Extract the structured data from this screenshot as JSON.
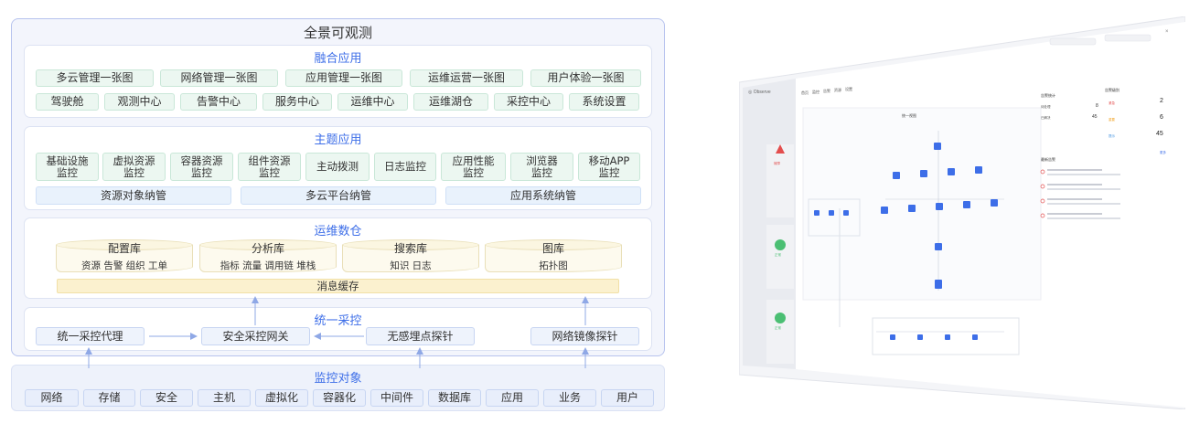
{
  "title": "全景可观测",
  "fusion": {
    "title": "融合应用",
    "row1": [
      "多云管理一张图",
      "网络管理一张图",
      "应用管理一张图",
      "运维运营一张图",
      "用户体验一张图"
    ],
    "row2": [
      "驾驶舱",
      "观测中心",
      "告警中心",
      "服务中心",
      "运维中心",
      "运维湖仓",
      "采控中心",
      "系统设置"
    ]
  },
  "theme": {
    "title": "主题应用",
    "apps": [
      [
        "基础设施",
        "监控"
      ],
      [
        "虚拟资源",
        "监控"
      ],
      [
        "容器资源",
        "监控"
      ],
      [
        "组件资源",
        "监控"
      ],
      [
        "主动拨测"
      ],
      [
        "日志监控"
      ],
      [
        "应用性能",
        "监控"
      ],
      [
        "浏览器",
        "监控"
      ],
      [
        "移动APP",
        "监控"
      ]
    ],
    "bars": [
      "资源对象纳管",
      "多云平台纳管",
      "应用系统纳管"
    ]
  },
  "warehouse": {
    "title": "运维数仓",
    "dbs": [
      {
        "name": "配置库",
        "items": "资源 告警 组织 工单"
      },
      {
        "name": "分析库",
        "items": "指标 流量 调用链 堆栈"
      },
      {
        "name": "搜索库",
        "items": "知识 日志"
      },
      {
        "name": "图库",
        "items": "拓扑图"
      }
    ],
    "cache": "消息缓存"
  },
  "collect": {
    "title": "统一采控",
    "items": [
      "统一采控代理",
      "安全采控网关",
      "无感埋点探针",
      "网络镜像探针"
    ]
  },
  "monitor": {
    "title": "监控对象",
    "items": [
      "网络",
      "存储",
      "安全",
      "主机",
      "虚拟化",
      "容器化",
      "中间件",
      "数据库",
      "应用",
      "业务",
      "用户"
    ]
  },
  "colors": {
    "accent": "#3d6ee8",
    "border": "#b7c3ee",
    "green_chip": "#ecf7f1",
    "blue_bar": "#e9f2fc",
    "cylinder": "#fbf6e1",
    "cache": "#fbf1cf",
    "arrow": "#8fa8e6"
  },
  "screenshot": {
    "tabs": [
      "首页",
      "监控",
      "告警",
      "资源",
      "设置"
    ],
    "card_title": "统一视图",
    "stat1_title": "告警统计",
    "stat1": [
      {
        "label": "待处理",
        "value": "8"
      },
      {
        "label": "已解决",
        "value": "45"
      }
    ],
    "stat2_title": "告警级别",
    "stat2": [
      {
        "label": "紧急",
        "value": "2",
        "color": "#e34d4d"
      },
      {
        "label": "重要",
        "value": "6",
        "color": "#f0a020"
      },
      {
        "label": "提示",
        "value": "45",
        "color": "#3d8fe0"
      }
    ],
    "list_title": "最新告警",
    "more": "更多",
    "side": [
      "故障",
      "正常",
      "正常"
    ]
  }
}
